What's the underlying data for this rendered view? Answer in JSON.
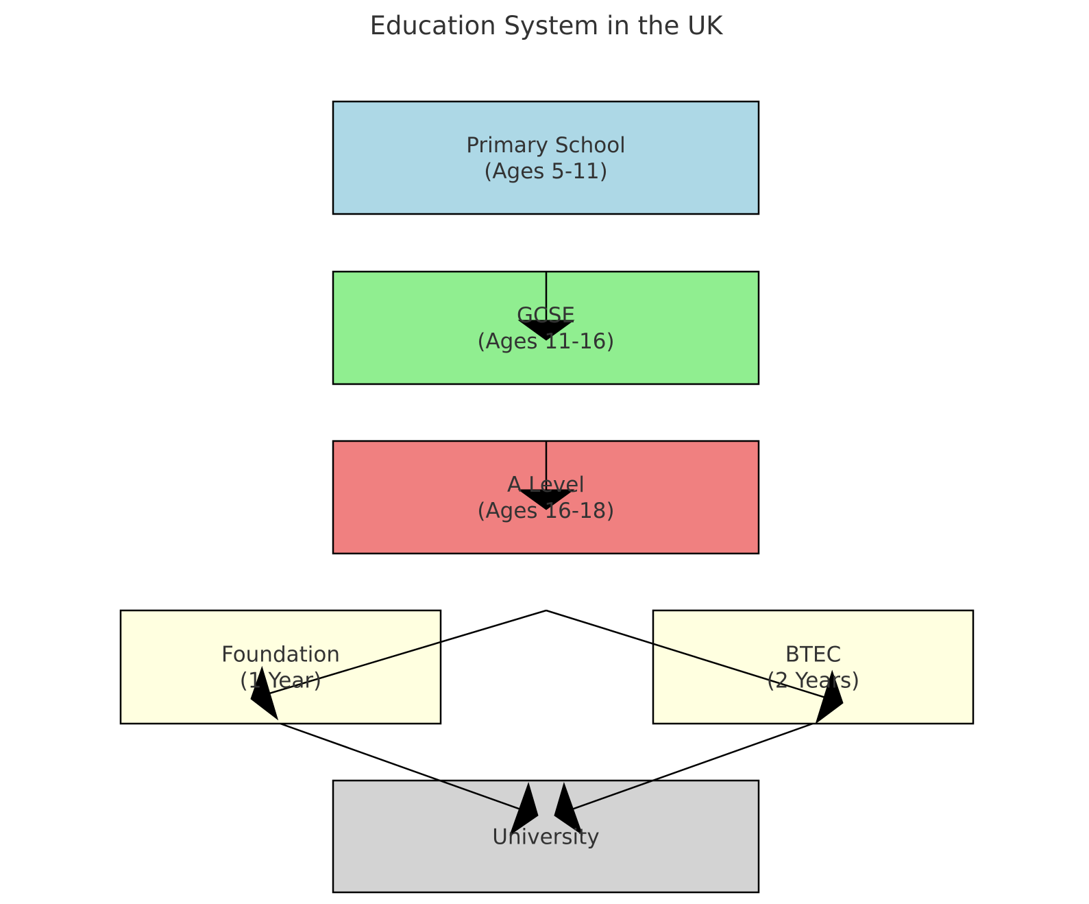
{
  "title": "Education System in the UK",
  "nodes": [
    {
      "id": "primary",
      "lines": [
        "Primary School",
        "(Ages 5-11)"
      ],
      "color": "#add8e6"
    },
    {
      "id": "gcse",
      "lines": [
        "GCSE",
        "(Ages 11-16)"
      ],
      "color": "#90ee90"
    },
    {
      "id": "alevel",
      "lines": [
        "A Level",
        "(Ages 16-18)"
      ],
      "color": "#f08080"
    },
    {
      "id": "foundation",
      "lines": [
        "Foundation",
        "(1 Year)"
      ],
      "color": "#ffffe0"
    },
    {
      "id": "btec",
      "lines": [
        "BTEC",
        "(2 Years)"
      ],
      "color": "#ffffe0"
    },
    {
      "id": "university",
      "lines": [
        "University"
      ],
      "color": "#d3d3d3"
    }
  ],
  "edges": [
    {
      "from": "primary",
      "to": "gcse"
    },
    {
      "from": "gcse",
      "to": "alevel"
    },
    {
      "from": "alevel",
      "to": "foundation"
    },
    {
      "from": "alevel",
      "to": "btec"
    },
    {
      "from": "foundation",
      "to": "university"
    },
    {
      "from": "btec",
      "to": "university"
    }
  ]
}
